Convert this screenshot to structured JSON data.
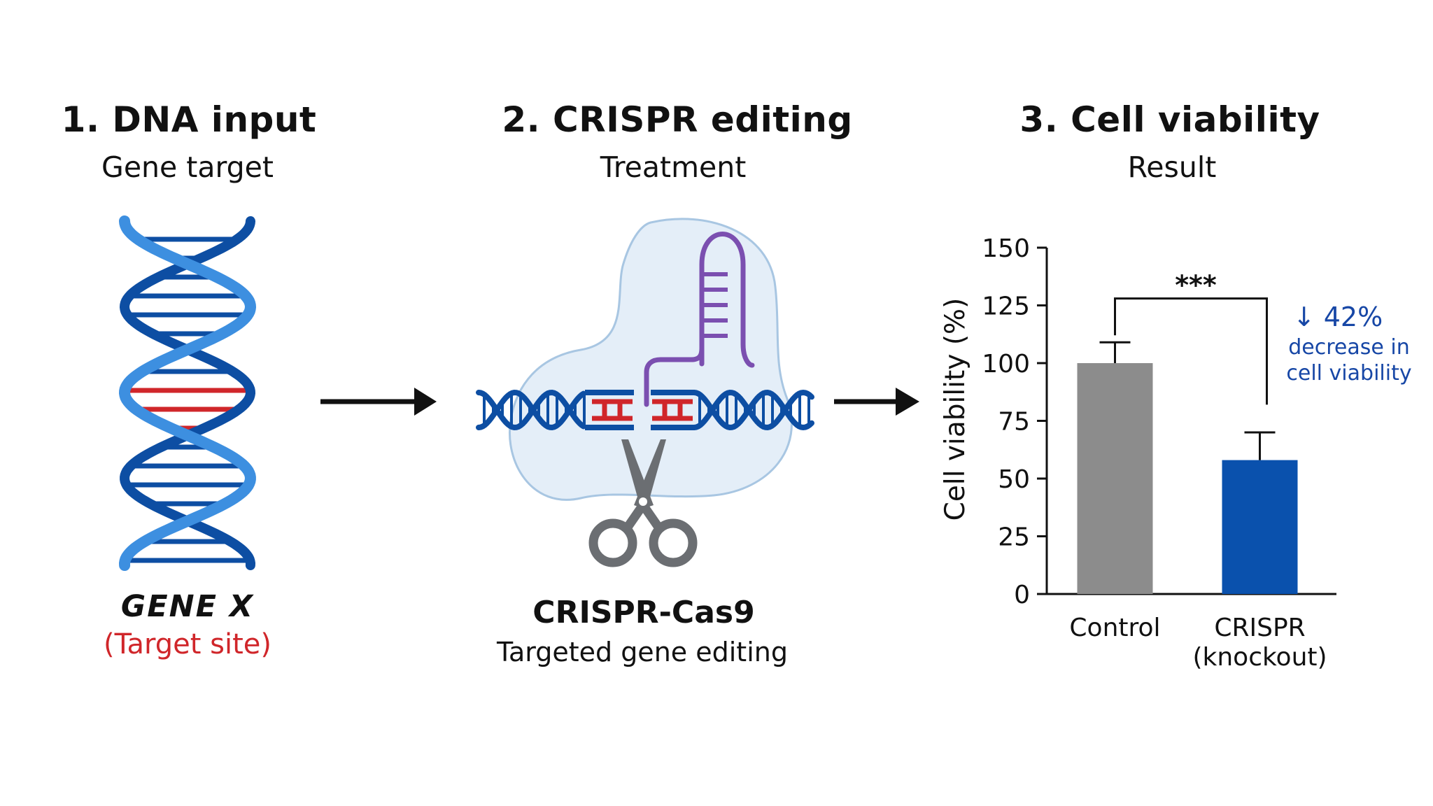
{
  "panels": [
    {
      "title": "1. DNA input",
      "subtitle": "Gene target"
    },
    {
      "title": "2. CRISPR editing",
      "subtitle": "Treatment"
    },
    {
      "title": "3. Cell viability",
      "subtitle": "Result"
    }
  ],
  "dna": {
    "gene_label": "GENE X",
    "target_label": "(Target site)"
  },
  "crispr": {
    "label": "CRISPR-Cas9",
    "sublabel": "Targeted gene editing"
  },
  "colors": {
    "dna_dark": "#0d4ea3",
    "dna_light": "#3d8fe0",
    "target_red": "#d0262a",
    "guide_rna": "#7b4fb0",
    "cas9_blob": "#e4eef8",
    "scissors": "#6b6e72",
    "bar_control": "#8c8c8c",
    "bar_crispr": "#0a51ad",
    "annotation": "#1747a6"
  },
  "chart_data": {
    "type": "bar",
    "categories": [
      "Control",
      "CRISPR\n(knockout)"
    ],
    "values": [
      100,
      58
    ],
    "errors": [
      9,
      12
    ],
    "bar_colors": [
      "#8c8c8c",
      "#0a51ad"
    ],
    "ylabel": "Cell viability (%)",
    "xlabel": "",
    "ylim": [
      0,
      150
    ],
    "yticks": [
      0,
      25,
      50,
      75,
      100,
      125,
      150
    ],
    "significance": "***",
    "annotation": {
      "arrow": "↓ 42%",
      "line1": "decrease in",
      "line2": "cell viability"
    }
  }
}
